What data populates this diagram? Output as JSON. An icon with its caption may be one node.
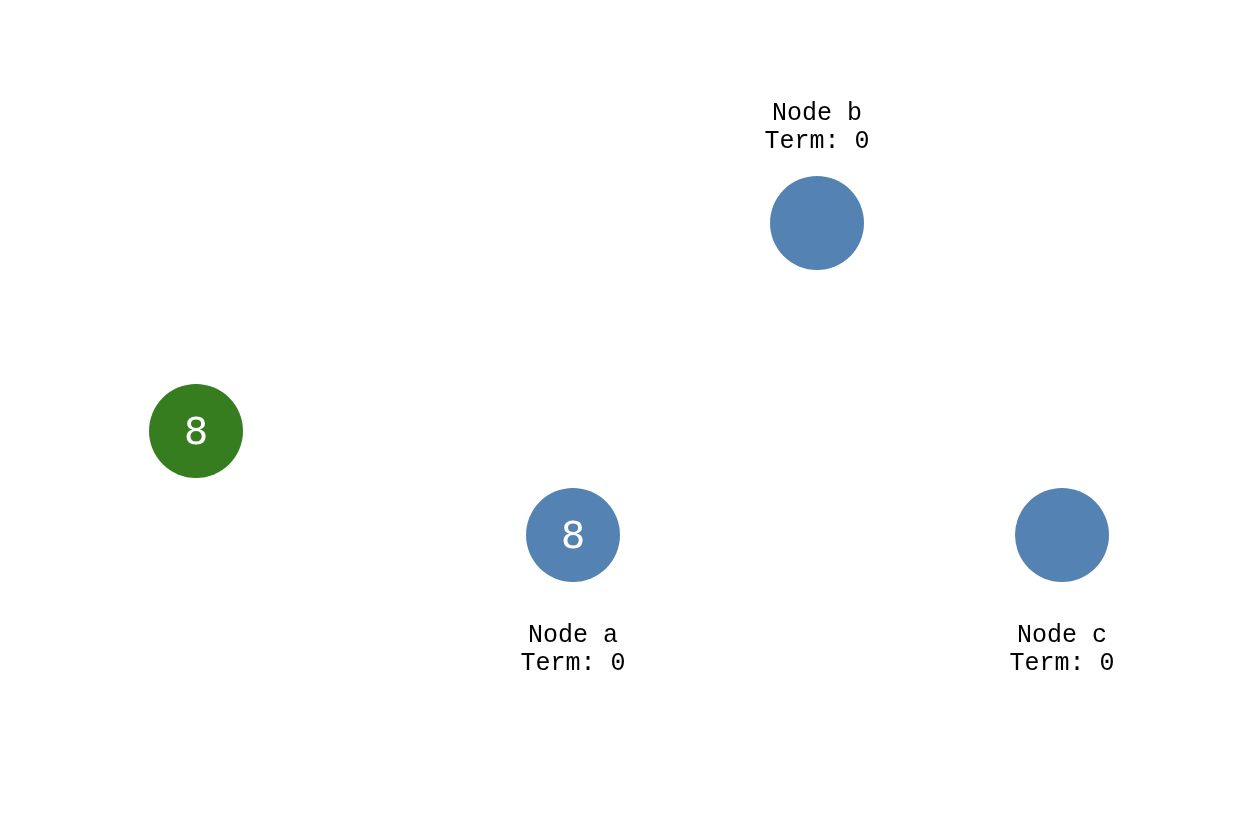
{
  "diagram": {
    "nodes": [
      {
        "text": [
          "8"
        ]
      },
      {
        "text": [
          "8"
        ],
        "beside": [
          "Node a",
          "Term: 0"
        ]
      },
      {
        "text": [],
        "shape": "circle",
        "beside": [
          "Node b",
          "Term: 0"
        ]
      },
      {
        "text": [],
        "shape": "circle",
        "beside": [
          "Node c",
          "Term: 0"
        ]
      }
    ]
  }
}
